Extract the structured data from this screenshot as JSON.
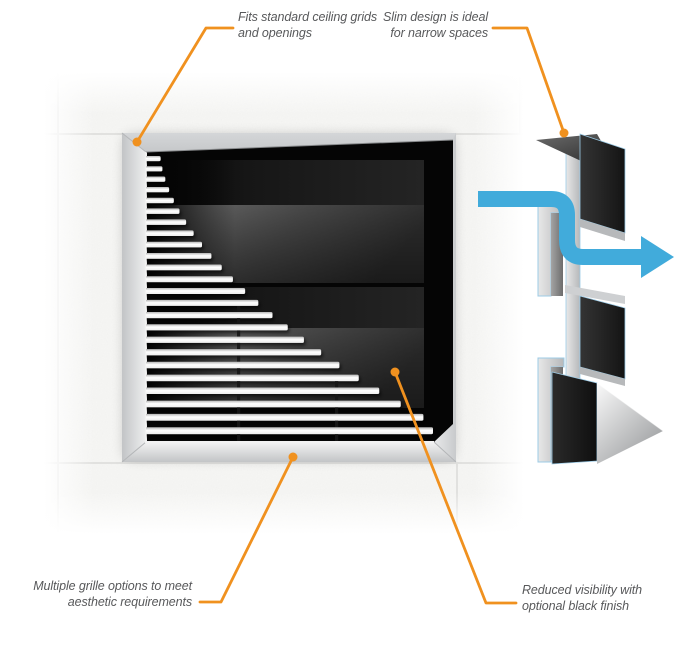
{
  "annotations": {
    "fits": {
      "line1": "Fits standard ceiling grids",
      "line2": "and openings"
    },
    "slim": {
      "line1": "Slim design is ideal",
      "line2": "for narrow spaces"
    },
    "grille_options": {
      "line1": "Multiple grille options to meet",
      "line2": "aesthetic requirements"
    },
    "visibility": {
      "line1": "Reduced visibility with",
      "line2": "optional black finish"
    }
  },
  "colors": {
    "callout_orange": "#F0911F",
    "airflow_blue": "#41ABDB",
    "annotation_text": "#58595B"
  }
}
